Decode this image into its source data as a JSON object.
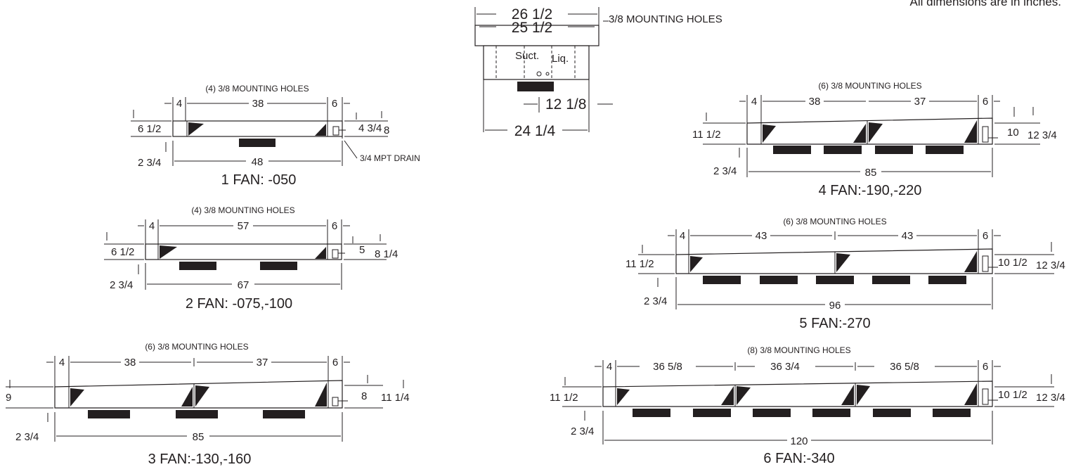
{
  "note": "All dimensions are in inches.",
  "top_view": {
    "dims": {
      "outer": "26 1/2",
      "inner": "25 1/2",
      "center": "12 1/8",
      "bottom": "24 1/4"
    },
    "holes": "3/8 MOUNTING HOLES",
    "suction": "Suct.",
    "liquid": "Liq."
  },
  "units": [
    {
      "id": "u1",
      "caption": "1 FAN: -050",
      "holes": "(4) 3/8 MOUNTING HOLES",
      "fans": 1,
      "dims": {
        "left": "4",
        "segments": [
          "38"
        ],
        "right": "6",
        "length": "48",
        "height_left": "6 1/2",
        "bottom": "2 3/4",
        "inner_h": "4 3/4",
        "outer_h": "8"
      },
      "drain": "3/4 MPT DRAIN"
    },
    {
      "id": "u2",
      "caption": "2 FAN: -075,-100",
      "holes": "(4) 3/8 MOUNTING HOLES",
      "fans": 2,
      "dims": {
        "left": "4",
        "segments": [
          "57"
        ],
        "right": "6",
        "length": "67",
        "height_left": "6 1/2",
        "bottom": "2 3/4",
        "inner_h": "5",
        "outer_h": "8 1/4"
      }
    },
    {
      "id": "u3",
      "caption": "3 FAN:-130,-160",
      "holes": "(6) 3/8 MOUNTING HOLES",
      "fans": 3,
      "dims": {
        "left": "4",
        "segments": [
          "38",
          "37"
        ],
        "right": "6",
        "length": "85",
        "height_left": "9",
        "bottom": "2 3/4",
        "inner_h": "8",
        "outer_h": "11 1/4"
      }
    },
    {
      "id": "u4",
      "caption": "4 FAN:-190,-220",
      "holes": "(6) 3/8 MOUNTING HOLES",
      "fans": 4,
      "dims": {
        "left": "4",
        "segments": [
          "38",
          "37"
        ],
        "right": "6",
        "length": "85",
        "height_left": "11 1/2",
        "bottom": "2 3/4",
        "inner_h": "10",
        "outer_h": "12 3/4"
      }
    },
    {
      "id": "u5",
      "caption": "5 FAN:-270",
      "holes": "(6) 3/8 MOUNTING HOLES",
      "fans": 5,
      "dims": {
        "left": "4",
        "segments": [
          "43",
          "43"
        ],
        "right": "6",
        "length": "96",
        "height_left": "11 1/2",
        "bottom": "2 3/4",
        "inner_h": "10 1/2",
        "outer_h": "12 3/4"
      }
    },
    {
      "id": "u6",
      "caption": "6 FAN:-340",
      "holes": "(8) 3/8 MOUNTING HOLES",
      "fans": 6,
      "dims": {
        "left": "4",
        "segments": [
          "36 5/8",
          "36 3/4",
          "36 5/8"
        ],
        "right": "6",
        "length": "120",
        "height_left": "11 1/2",
        "bottom": "2 3/4",
        "inner_h": "10 1/2",
        "outer_h": "12 3/4"
      }
    }
  ]
}
